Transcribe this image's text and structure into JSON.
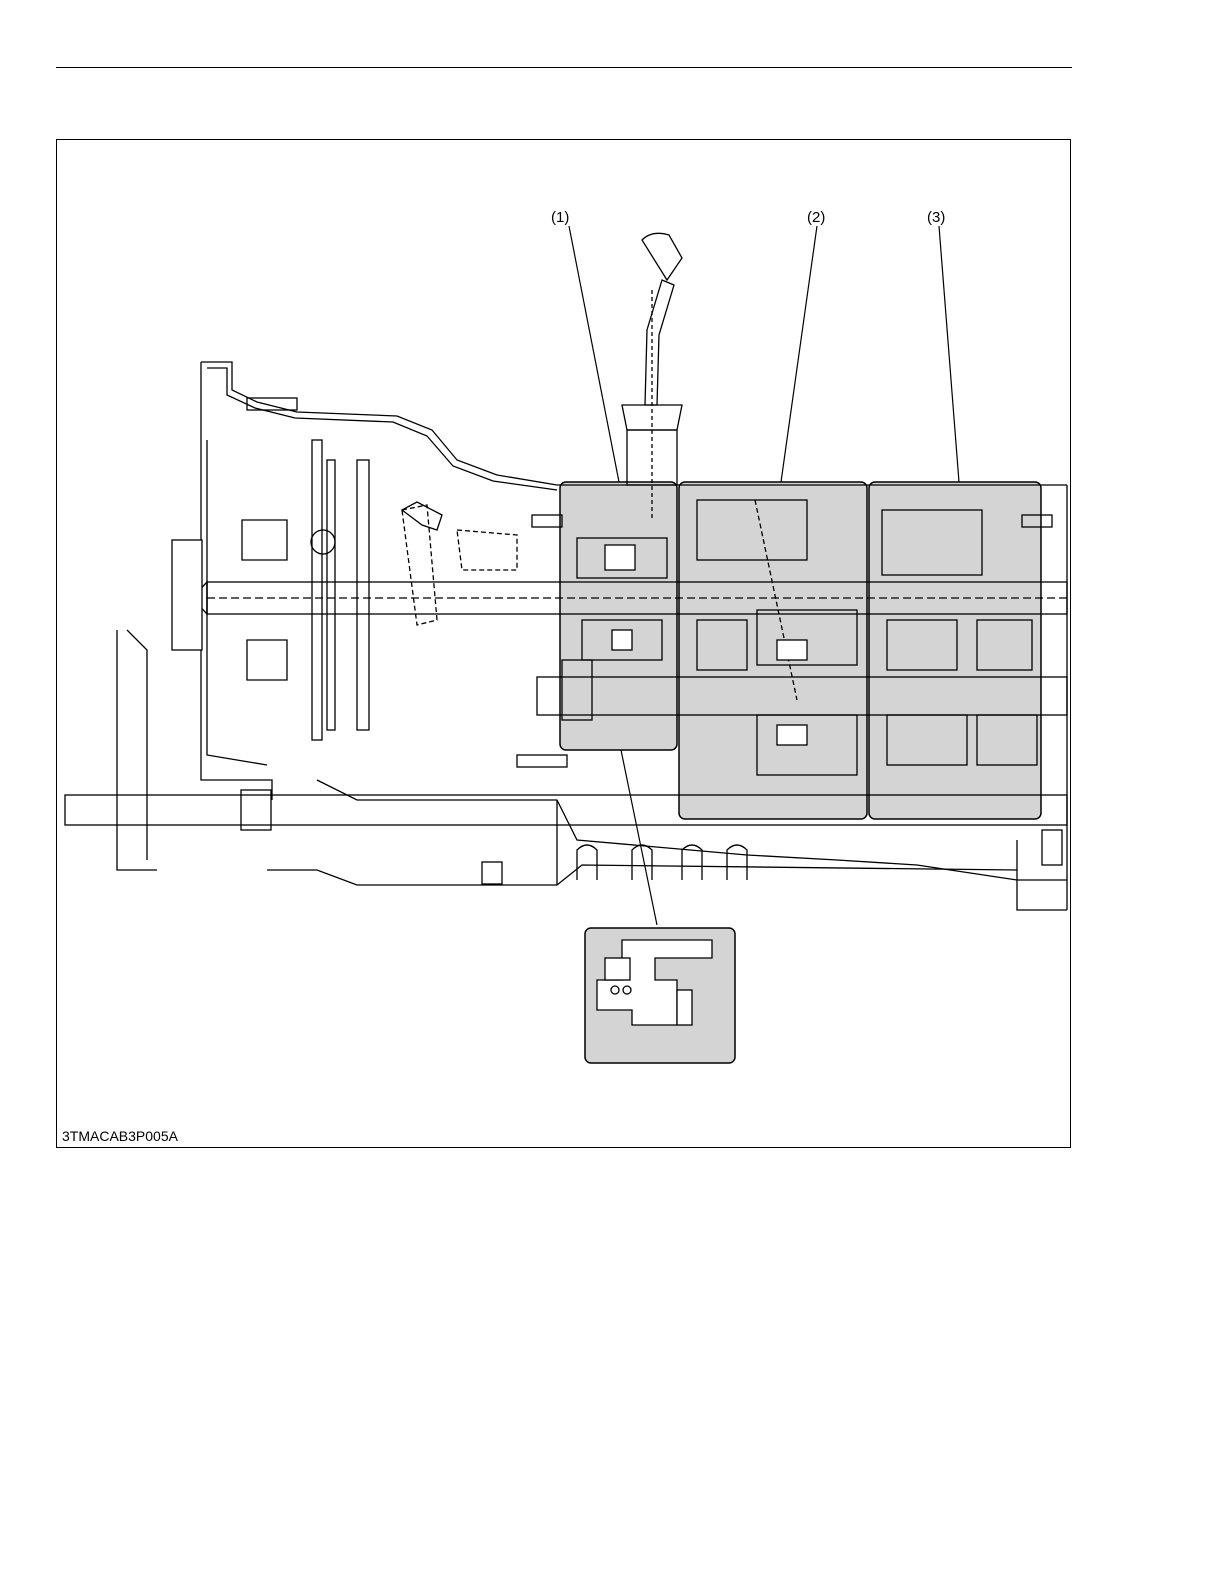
{
  "figure": {
    "callouts": [
      "(1)",
      "(2)",
      "(3)"
    ],
    "image_code": "3TMACAB3P005A"
  },
  "colors": {
    "highlight_fill": "#d4d4d4",
    "line": "#000000"
  }
}
